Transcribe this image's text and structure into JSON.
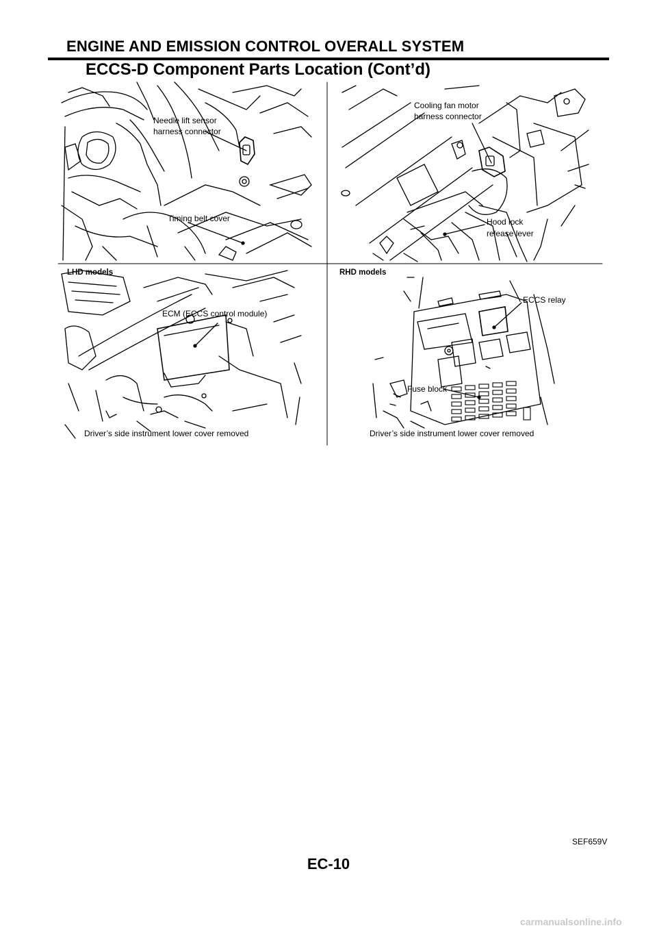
{
  "header": {
    "section_title": "ENGINE AND EMISSION CONTROL OVERALL SYSTEM",
    "subsection_title": "ECCS-D Component Parts Location (Cont’d)"
  },
  "figure": {
    "top_left": {
      "labels": [
        "Needle lift sensor",
        "harness connector",
        "Timing belt cover"
      ]
    },
    "top_right": {
      "labels": [
        "Cooling fan motor",
        "harness connector",
        "Hood lock",
        "release lever"
      ]
    },
    "bottom_left": {
      "heading": "LHD models",
      "labels": [
        "ECM (ECCS control module)"
      ],
      "caption": "Driver’s side instrument lower cover removed"
    },
    "bottom_right": {
      "heading": "RHD models",
      "labels": [
        "ECCS relay",
        "Fuse block"
      ],
      "caption": "Driver’s side instrument lower cover removed"
    },
    "figure_code": "SEF659V"
  },
  "footer": {
    "page_number": "EC-10",
    "watermark": "carmanualsonline.info"
  }
}
